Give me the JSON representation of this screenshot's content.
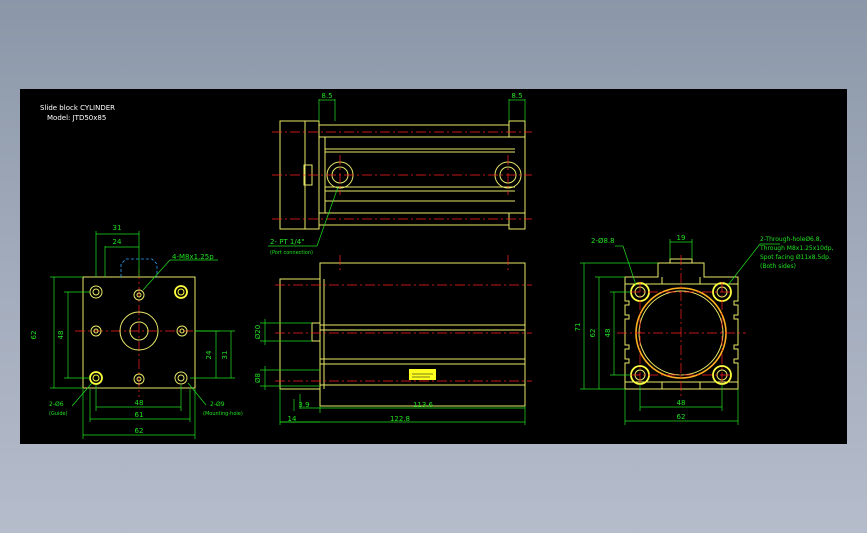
{
  "title": {
    "line1": "Slide block CYLINDER",
    "line2": "Model: JTD50x85"
  },
  "dims": {
    "top_8_5_left": "8.5",
    "top_8_5_right": "8.5",
    "left_31": "31",
    "left_24": "24",
    "left_m8": "4-M8x1.25p",
    "left_62v": "62",
    "left_48v": "48",
    "left_24v": "24",
    "left_31v": "31",
    "left_48h": "48",
    "left_61h": "61",
    "left_62h": "62",
    "left_guide": "2-Ø6",
    "left_guide_note": "(Guide)",
    "left_mount": "2-Ø9",
    "left_mount_note": "(Mounting-hole)",
    "port": "2- PT 1/4\"",
    "port_note": "(Port connection)",
    "side_phi20": "Ø20",
    "side_phi8": "Ø8",
    "side_3_9": "3.9",
    "side_113_6": "113.6",
    "side_14": "14",
    "side_122_8": "122.8",
    "right_2phi8": "2-Ø8.8",
    "right_19": "19",
    "right_through_1": "2-Through-holeØ6.8,",
    "right_through_2": "Through M8x1.25x10dp,",
    "right_through_3": "Spot facing Ø11x8.5dp.",
    "right_through_4": "(Both sides)",
    "right_71": "71",
    "right_62v": "62",
    "right_48v": "48",
    "right_48h": "48",
    "right_62h": "62"
  },
  "colors": {
    "page_bg": "#8b97a8",
    "canvas_bg": "#000000",
    "outline": "#e8e868",
    "dimension": "#21e021",
    "centerline": "#ff2020",
    "hidden": "#2aa0ff",
    "text": "#ffffff"
  }
}
